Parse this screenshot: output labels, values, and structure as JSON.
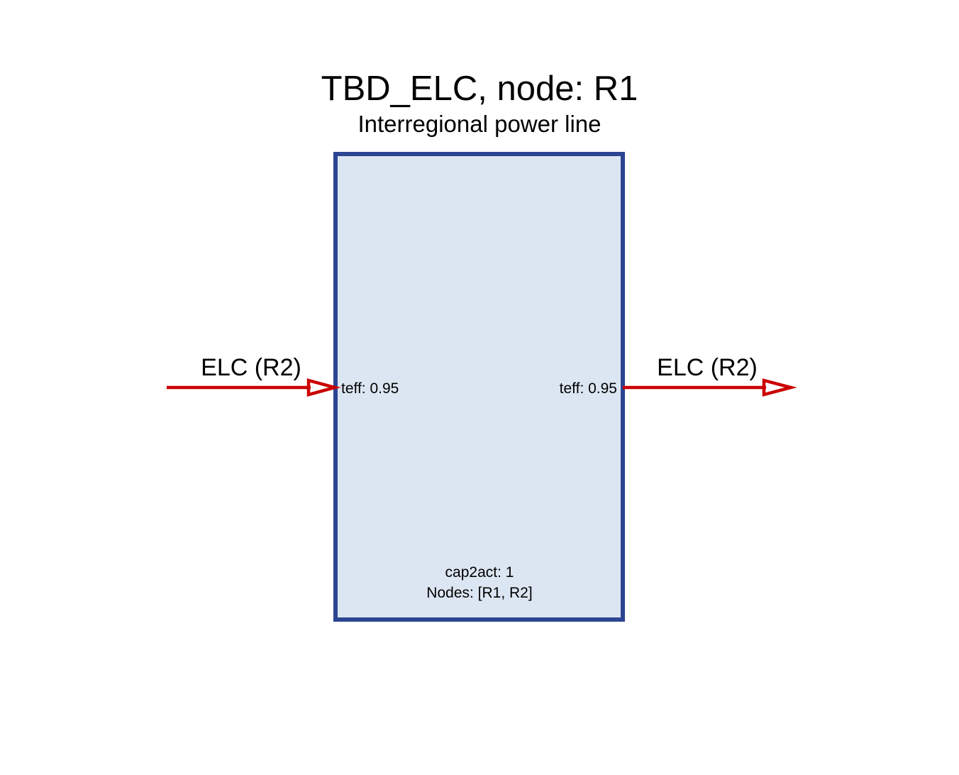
{
  "title": "TBD_ELC, node: R1",
  "subtitle": "Interregional power line",
  "process": {
    "params": {
      "cap2act": "cap2act: 1",
      "nodes": "Nodes: [R1, R2]"
    }
  },
  "input": {
    "commodity": "ELC (R2)",
    "teff": "teff: 0.95"
  },
  "output": {
    "commodity": "ELC (R2)",
    "teff": "teff: 0.95"
  },
  "colors": {
    "box_fill": "#dce6f2",
    "box_border": "#2b4592",
    "arrow": "#cc0000",
    "text": "#000000"
  }
}
